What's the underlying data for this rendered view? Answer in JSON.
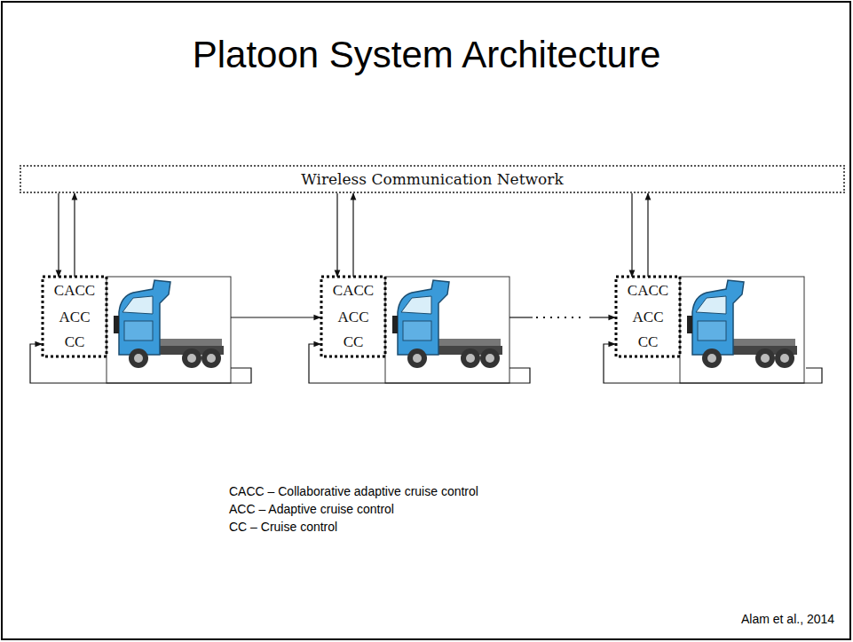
{
  "diagram": {
    "title": "Platoon System Architecture",
    "caption": "Alam et al., 2014",
    "nodes": [
      {
        "text": [
          "Wireless Communication Network"
        ]
      },
      {
        "text": [
          "CACC"
        ]
      },
      {
        "text": [
          "ACC"
        ]
      },
      {
        "text": [
          "CC"
        ]
      },
      {
        "text": [
          "CACC"
        ]
      },
      {
        "text": [
          "ACC"
        ]
      },
      {
        "text": [
          "CC"
        ]
      },
      {
        "text": [
          "CACC"
        ]
      },
      {
        "text": [
          "ACC"
        ]
      },
      {
        "text": [
          "CC"
        ]
      }
    ],
    "edges": [
      {
        "from": 0,
        "to": 1,
        "arrow": "to"
      },
      {
        "from": 1,
        "to": 0,
        "arrow": "to"
      },
      {
        "from": 0,
        "to": 4,
        "arrow": "to"
      },
      {
        "from": 4,
        "to": 0,
        "arrow": "to"
      },
      {
        "from": 0,
        "to": 7,
        "arrow": "to"
      },
      {
        "from": 7,
        "to": 0,
        "arrow": "to"
      }
    ],
    "labels": [
      "CACC – Collaborative adaptive cruise control",
      "ACC – Adaptive cruise control",
      "CC – Cruise control"
    ]
  }
}
